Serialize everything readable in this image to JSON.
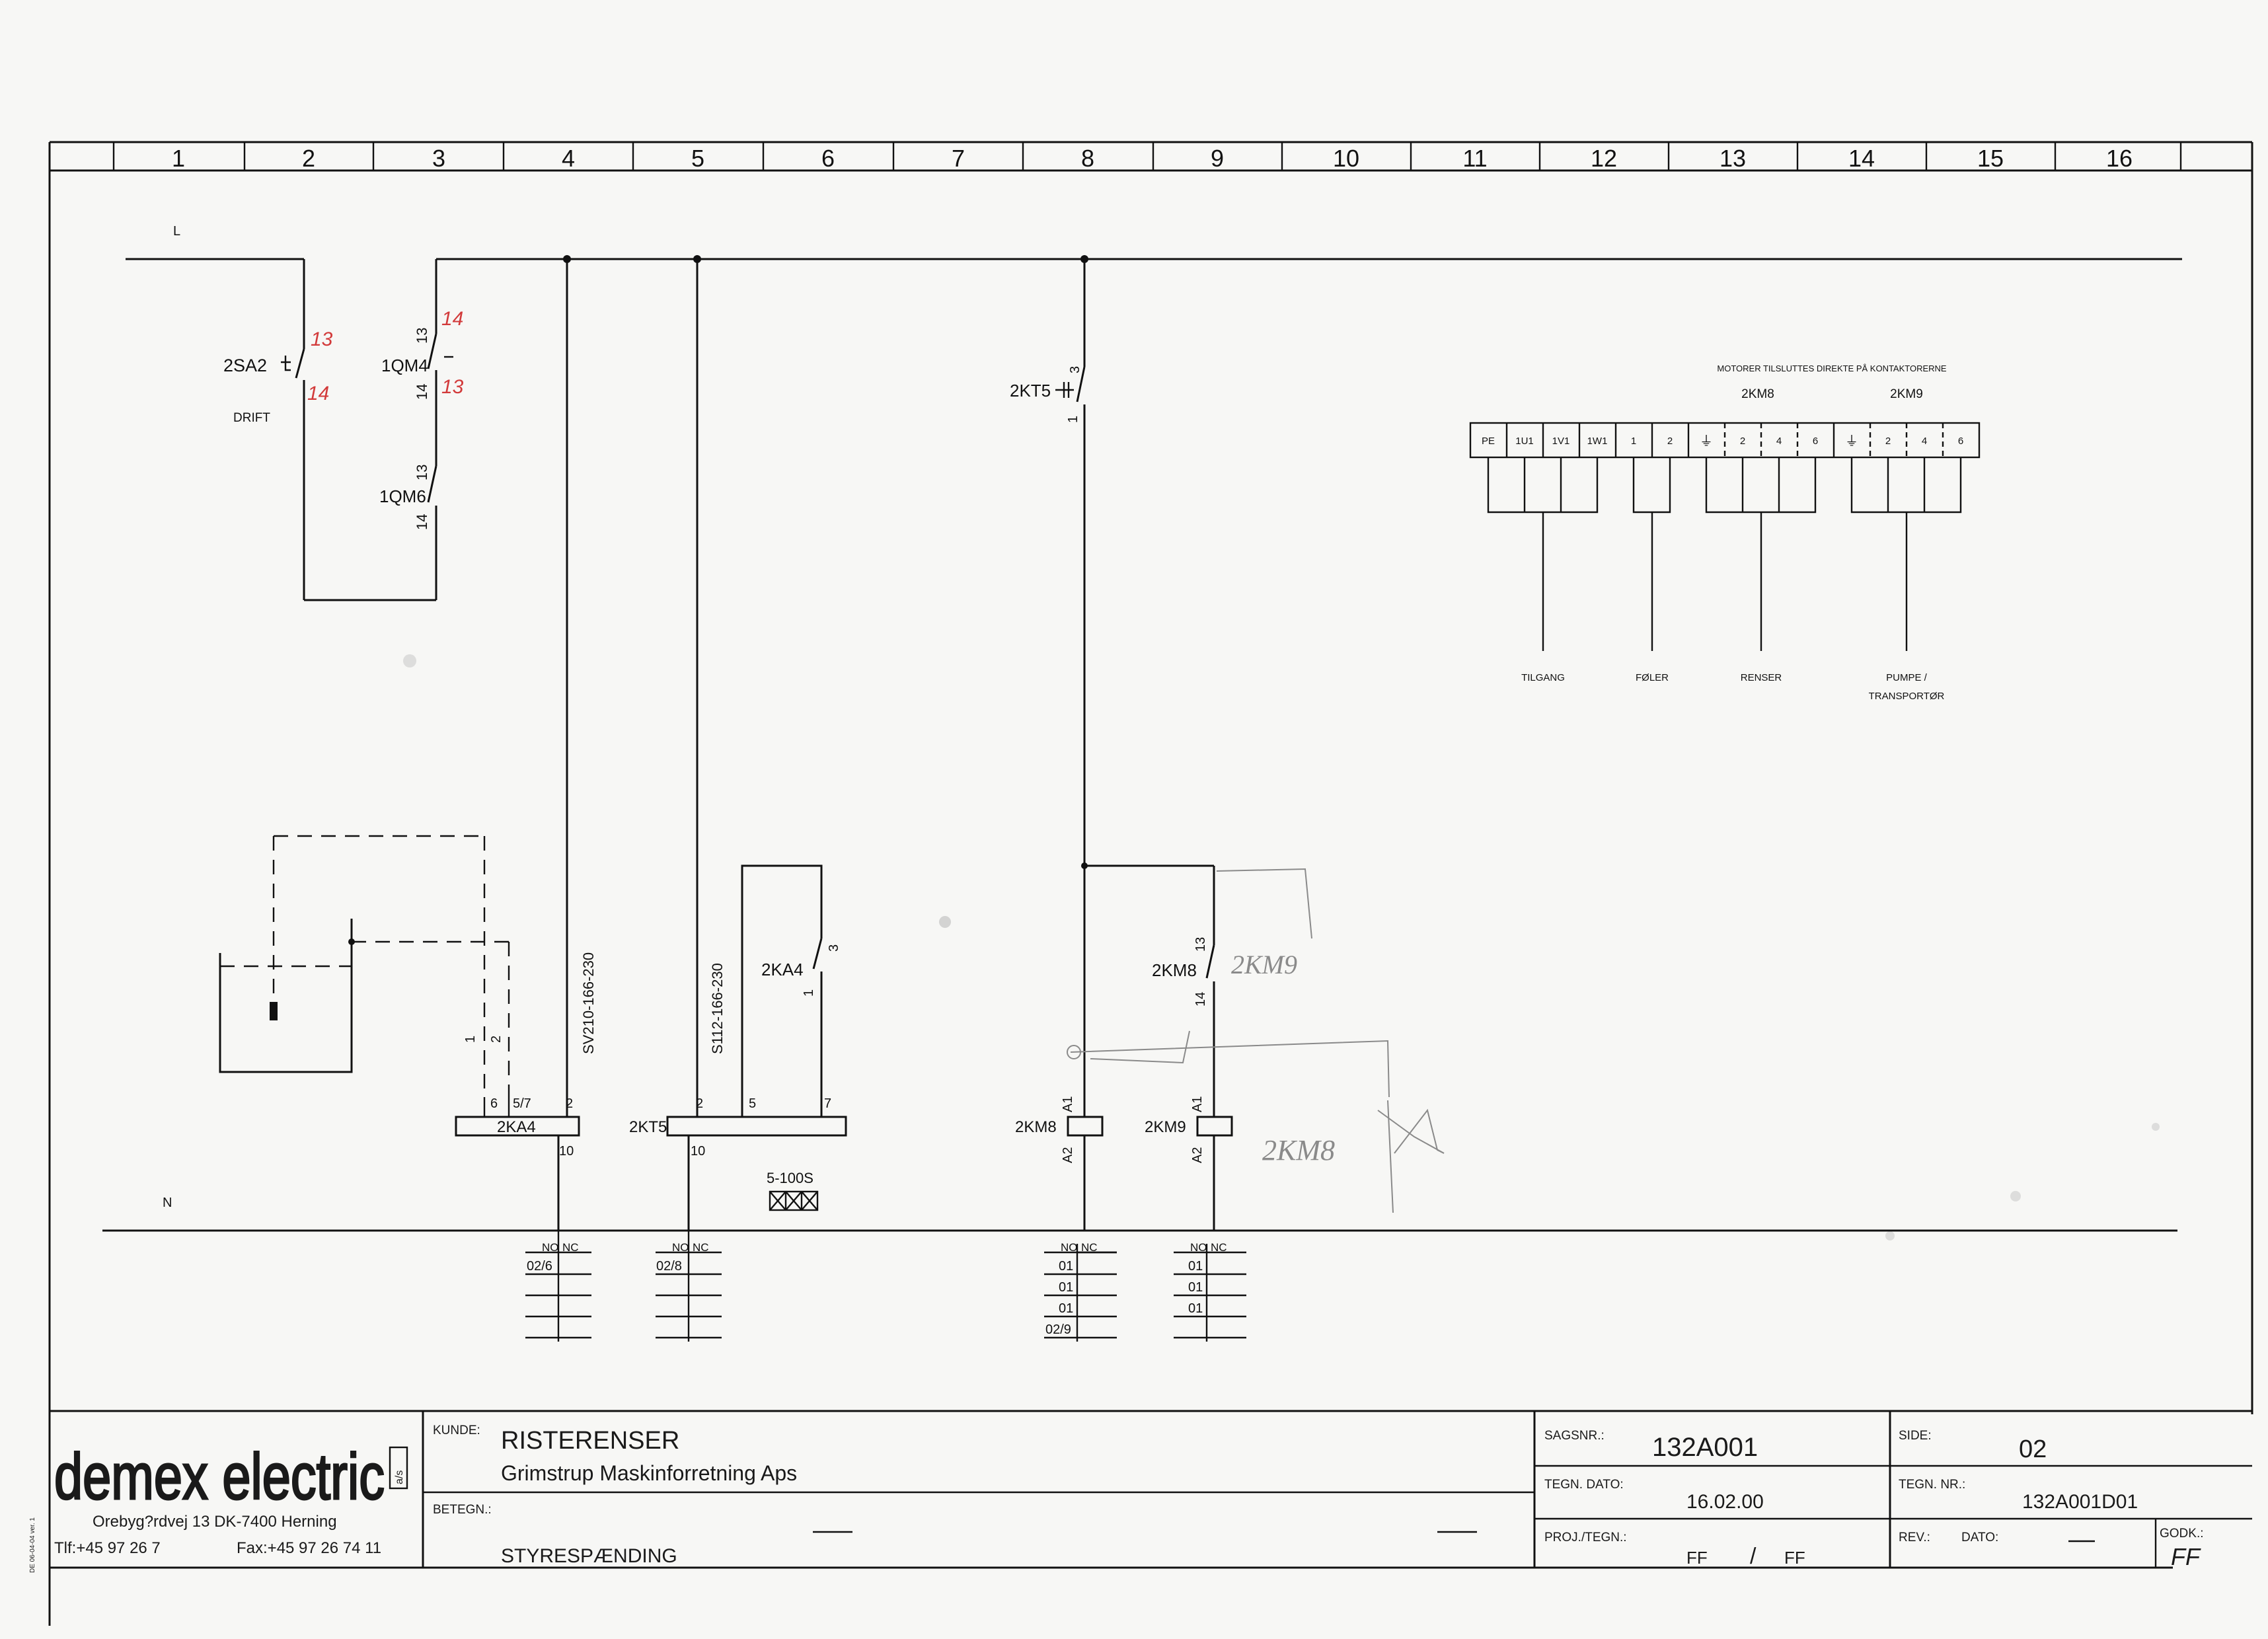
{
  "grid": {
    "columns": [
      "1",
      "2",
      "3",
      "4",
      "5",
      "6",
      "7",
      "8",
      "9",
      "10",
      "11",
      "12",
      "13",
      "14",
      "15",
      "16"
    ]
  },
  "rails": {
    "top": "L",
    "bottom": "N"
  },
  "devices": {
    "sa2": {
      "name": "2SA2",
      "caption": "DRIFT",
      "pin_a": "13",
      "pin_b": "14"
    },
    "qm4": {
      "name": "1QM4",
      "pin_top": "13",
      "pin_bot": "14",
      "note_top": "14",
      "note_bot": "13"
    },
    "qm6": {
      "name": "1QM6",
      "pin_top": "13",
      "pin_bot": "14"
    },
    "kt5_contact": {
      "name": "2KT5",
      "pin_top": "3",
      "pin_bot": "1"
    },
    "ka4_coil": {
      "name": "2KA4",
      "pins": [
        "6",
        "5/7",
        "2"
      ],
      "pin_out": "10",
      "vert": "SV210-166-230"
    },
    "kt5_coil": {
      "name": "2KT5",
      "pins": [
        "2",
        "5",
        "7"
      ],
      "pin_out": "10",
      "vert": "S112-166-230"
    },
    "ka4_contact": {
      "name": "2KA4",
      "pin_top": "3",
      "pin_bot": "1"
    },
    "level": {
      "pin1": "1",
      "pin2": "2"
    },
    "timer": {
      "label": "5-100S"
    },
    "km8_contact": {
      "name": "2KM8",
      "pin_top": "13",
      "pin_bot": "14"
    },
    "km8_coil": {
      "name": "2KM8",
      "a1": "A1",
      "a2": "A2"
    },
    "km9_coil": {
      "name": "2KM9",
      "a1": "A1",
      "a2": "A2"
    }
  },
  "pencil_notes": {
    "n1": "2KM9",
    "n2": "2KM8"
  },
  "xref": {
    "hdr_no": "NO",
    "hdr_nc": "NC",
    "ka4": [
      "02/6"
    ],
    "kt5": [
      "02/8"
    ],
    "km8": [
      "01",
      "01",
      "01",
      "02/9"
    ],
    "km9": [
      "01",
      "01",
      "01"
    ]
  },
  "terminal": {
    "heading": "MOTORER TILSLUTTES DIREKTE PÅ KONTAKTORERNE",
    "km8": "2KM8",
    "km9": "2KM9",
    "cells": [
      "PE",
      "1U1",
      "1V1",
      "1W1",
      "1",
      "2",
      "⏚",
      "2",
      "4",
      "6",
      "⏚",
      "2",
      "4",
      "6"
    ],
    "loads": {
      "tilgang": "TILGANG",
      "foler": "FØLER",
      "renser": "RENSER",
      "pumpe1": "PUMPE /",
      "pumpe2": "TRANSPORTØR"
    }
  },
  "title_block": {
    "logo": "demex electric",
    "logo_badge": "a/s",
    "address": "Orebyg?rdvej 13  DK-7400 Herning",
    "phone": "Tlf:+45 97 26 7",
    "fax": "Fax:+45 97 26 74 11",
    "side_code": "DE 06-04-04  ver. 1",
    "kunde_label": "KUNDE:",
    "kunde_1": "RISTERENSER",
    "kunde_2": "Grimstrup Maskinforretning Aps",
    "betegn_label": "BETEGN.:",
    "betegn": "STYRESPÆNDING",
    "sagsnr_label": "SAGSNR.:",
    "sagsnr": "132A001",
    "tegn_dato_label": "TEGN. DATO:",
    "tegn_dato": "16.02.00",
    "proj_label": "PROJ./TEGN.:",
    "proj_a": "FF",
    "proj_sep": "/",
    "proj_b": "FF",
    "side_label": "SIDE:",
    "side": "02",
    "tegn_nr_label": "TEGN. NR.:",
    "tegn_nr": "132A001D01",
    "rev_label": "REV.:",
    "dato_label": "DATO:",
    "godk_label": "GODK.:",
    "godk": "FF"
  }
}
